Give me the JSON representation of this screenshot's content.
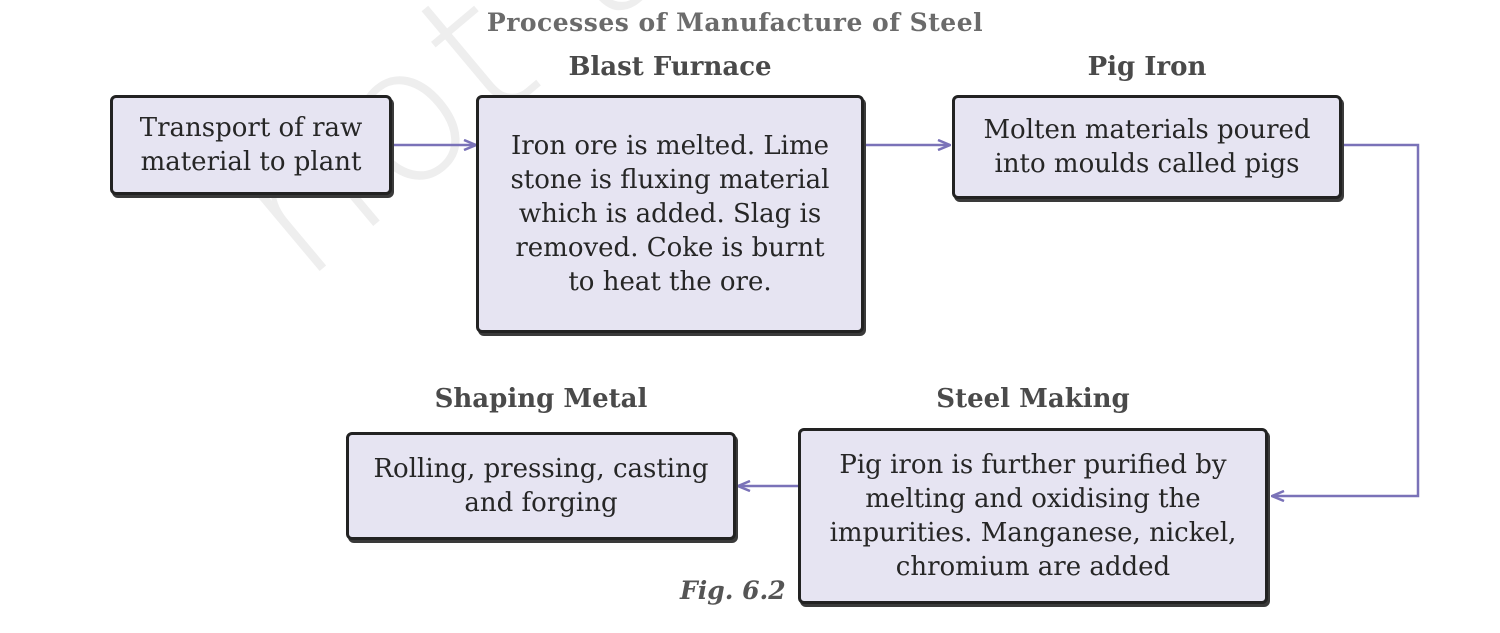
{
  "title": "Processes of Manufacture of Steel",
  "watermark": "not to be",
  "caption": "Fig. 6.2",
  "stages": {
    "transport": {
      "text": "Transport of raw material to plant"
    },
    "blast_furnace": {
      "label": "Blast Furnace",
      "text": "Iron ore is melted. Lime stone is fluxing material which is added. Slag is removed. Coke is burnt to heat the ore."
    },
    "pig_iron": {
      "label": "Pig Iron",
      "text": "Molten materials poured into moulds called pigs"
    },
    "steel_making": {
      "label": "Steel Making",
      "text": "Pig iron is further purified by melting and oxidising the impurities. Manganese, nickel, chromium are added"
    },
    "shaping_metal": {
      "label": "Shaping Metal",
      "text": "Rolling, pressing, casting and forging"
    }
  },
  "colors": {
    "box_fill": "#e6e4f2",
    "box_border": "#222222",
    "arrow": "#7a72b8",
    "title": "#6b6b6b"
  }
}
